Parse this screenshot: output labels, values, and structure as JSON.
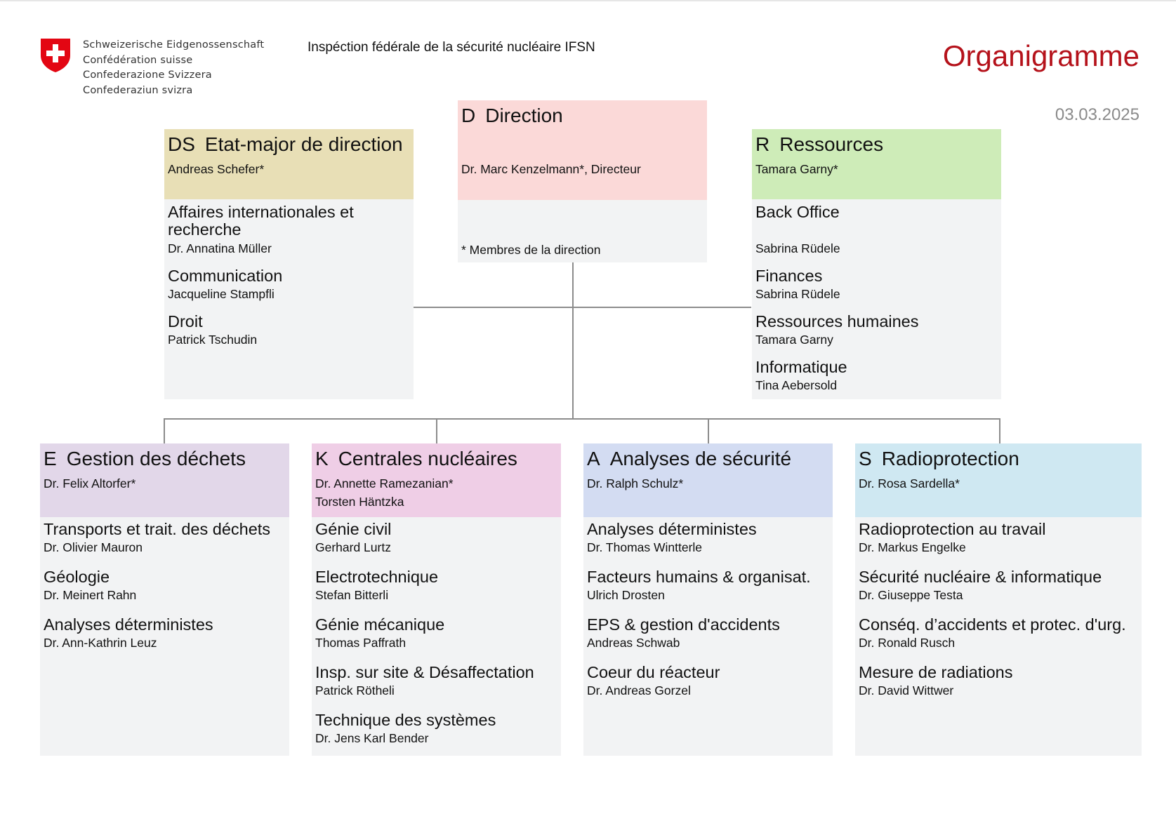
{
  "header": {
    "federal_names": [
      "Schweizerische Eidgenossenschaft",
      "Confédération suisse",
      "Confederazione Svizzera",
      "Confederaziun svizra"
    ],
    "organization": "Inspéction fédérale de la sécurité nucléaire IFSN",
    "title": "Organigramme",
    "date": "03.03.2025",
    "title_color": "#b5121b"
  },
  "logo": {
    "icon": "swiss-cross-shield-icon",
    "color": "#e30613"
  },
  "top_level": {
    "staff": {
      "code": "DS",
      "name": "Etat-major de direction",
      "head": "Andreas Schefer*",
      "color": "#e8dfb6",
      "units": [
        {
          "name": "Affaires internationales et recherche",
          "head": "Dr. Annatina Müller"
        },
        {
          "name": "Communication",
          "head": "Jacqueline Stampfli"
        },
        {
          "name": "Droit",
          "head": "Patrick Tschudin"
        }
      ]
    },
    "direction": {
      "code": "D",
      "name": "Direction",
      "head": "Dr. Marc Kenzelmann*, Directeur",
      "note": "* Membres de la direction",
      "color": "#fbd9d8"
    },
    "resources": {
      "code": "R",
      "name": "Ressources",
      "head": "Tamara Garny*",
      "color": "#ceecb8",
      "units": [
        {
          "name": "Back Office",
          "head": "Sabrina Rüdele"
        },
        {
          "name": "Finances",
          "head": "Sabrina Rüdele"
        },
        {
          "name": "Ressources humaines",
          "head": "Tamara Garny"
        },
        {
          "name": "Informatique",
          "head": "Tina Aebersold"
        }
      ]
    }
  },
  "divisions": [
    {
      "code": "E",
      "name": "Gestion des déchets",
      "heads": [
        "Dr. Felix Altorfer*"
      ],
      "color": "#e2d7e9",
      "units": [
        {
          "name": "Transports et trait. des déchets",
          "head": "Dr. Olivier Mauron"
        },
        {
          "name": "Géologie",
          "head": "Dr. Meinert Rahn"
        },
        {
          "name": "Analyses déterministes",
          "head": "Dr. Ann-Kathrin Leuz"
        }
      ]
    },
    {
      "code": "K",
      "name": "Centrales nucléaires",
      "heads": [
        "Dr. Annette Ramezanian*",
        "Torsten Häntzka"
      ],
      "color": "#efcee6",
      "units": [
        {
          "name": "Génie civil",
          "head": "Gerhard Lurtz"
        },
        {
          "name": "Electrotechnique",
          "head": "Stefan Bitterli"
        },
        {
          "name": "Génie mécanique",
          "head": "Thomas Paffrath"
        },
        {
          "name": "Insp. sur site & Désaffectation",
          "head": "Patrick Rötheli"
        },
        {
          "name": "Technique des systèmes",
          "head": "Dr. Jens Karl Bender"
        }
      ]
    },
    {
      "code": "A",
      "name": "Analyses de sécurité",
      "heads": [
        "Dr. Ralph Schulz*"
      ],
      "color": "#d3dcf2",
      "units": [
        {
          "name": "Analyses déterministes",
          "head": "Dr. Thomas Wintterle"
        },
        {
          "name": "Facteurs humains & organisat.",
          "head": "Ulrich Drosten"
        },
        {
          "name": "EPS & gestion d'accidents",
          "head": "Andreas Schwab"
        },
        {
          "name": "Coeur du réacteur",
          "head": "Dr. Andreas Gorzel"
        }
      ]
    },
    {
      "code": "S",
      "name": "Radioprotection",
      "heads": [
        "Dr. Rosa Sardella*"
      ],
      "color": "#cfe8f2",
      "units": [
        {
          "name": "Radioprotection au travail",
          "head": "Dr. Markus Engelke"
        },
        {
          "name": "Sécurité nucléaire & informatique",
          "head": "Dr. Giuseppe Testa"
        },
        {
          "name": "Conséq. d’accidents et protec. d'urg.",
          "head": "Dr. Ronald Rusch"
        },
        {
          "name": "Mesure de radiations",
          "head": "Dr. David Wittwer"
        }
      ]
    }
  ]
}
